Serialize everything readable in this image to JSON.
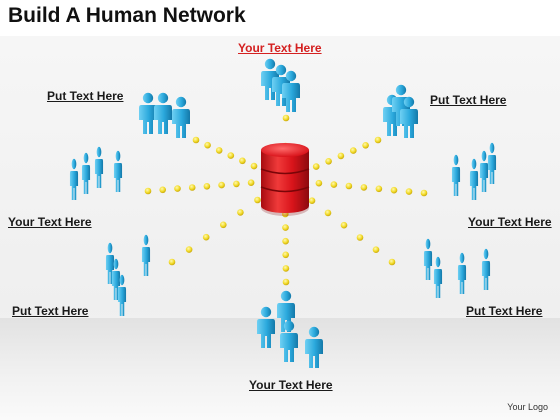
{
  "title": "Build A Human Network",
  "labels": {
    "top": "Your Text Here",
    "upper_left": "Put Text Here",
    "upper_right": "Put Text Here",
    "mid_left": "Your Text  Here",
    "mid_right": "Your Text Here",
    "lower_left": "Put Text Here",
    "lower_right": "Put Text Here",
    "bottom": "Your Text Here"
  },
  "logo": "Your Logo",
  "colors": {
    "hub": "#d9141b",
    "dots": "#f3dc2a",
    "people": "#2aa8dc",
    "top_label": "#d42020"
  },
  "icons": {
    "hub": "database-cylinder-icon",
    "people": "people-group-icon",
    "connector": "dotted-connector"
  }
}
